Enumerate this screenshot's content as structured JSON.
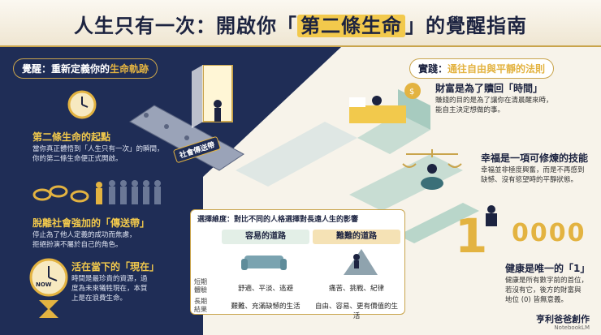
{
  "title": {
    "pre": "人生只有一次：開啟你「",
    "highlight": "第二條生命",
    "post": "」的覺醒指南"
  },
  "left": {
    "badge": {
      "pre": "覺醒：重新定義你的",
      "gold": "生命軌跡"
    },
    "s1": {
      "heading": "第二條生命的起點",
      "body1": "當你真正體悟到「人生只有一次」的瞬間，",
      "body2": "你的第二條生命便正式開啟。"
    },
    "s2": {
      "heading": "脫離社會強加的「傳送帶」",
      "body1": "停止為了他人定義的成功而焦慮，",
      "body2": "拒絕扮演不屬於自己的角色。"
    },
    "s3": {
      "heading": "活在當下的「現在」",
      "body1": "時間是最珍貴的資源，過",
      "body2": "度為未來犧牲現在，本質",
      "body3": "上是在浪費生命。",
      "clock_label": "NOW"
    }
  },
  "belt": {
    "label": "社會傳送帶"
  },
  "right": {
    "badge": {
      "pre": "實踐：",
      "gold": "通往自由與平靜的法則"
    },
    "r1": {
      "heading": "財富是為了贖回「時間」",
      "body1": "賺錢的目的是為了讓你在清晨醒來時，",
      "body2": "能自主決定想做的事。"
    },
    "r2": {
      "heading": "幸福是一項可修煉的技能",
      "body1": "幸福並非極度興奮，而是不再感到",
      "body2": "缺憾、沒有慾望時的平靜狀態。"
    },
    "r3": {
      "heading": "健康是唯一的「1」",
      "body1": "健康是所有數字前的首位，",
      "body2": "若沒有它，後方的財富與",
      "body3": "地位 (0) 皆無意義。",
      "big_one": "1",
      "zeros": "0000"
    }
  },
  "table": {
    "badge": "選擇維度：對比不同的人格選擇對長遠人生的影響",
    "col_easy": "容易的道路",
    "col_hard": "難難的道路",
    "row1_label_a": "短期",
    "row1_label_b": "體驗",
    "row2_label_a": "長期",
    "row2_label_b": "結果",
    "easy_short": "舒適、平淡、逃避",
    "hard_short": "痛苦、挑戰、紀律",
    "easy_long": "艱難、充滿缺憾的生活",
    "hard_long": "自由、容易、更有價值的生活"
  },
  "footer": {
    "brand": "亨利爸爸創作",
    "nlm": "NotebookLM"
  }
}
